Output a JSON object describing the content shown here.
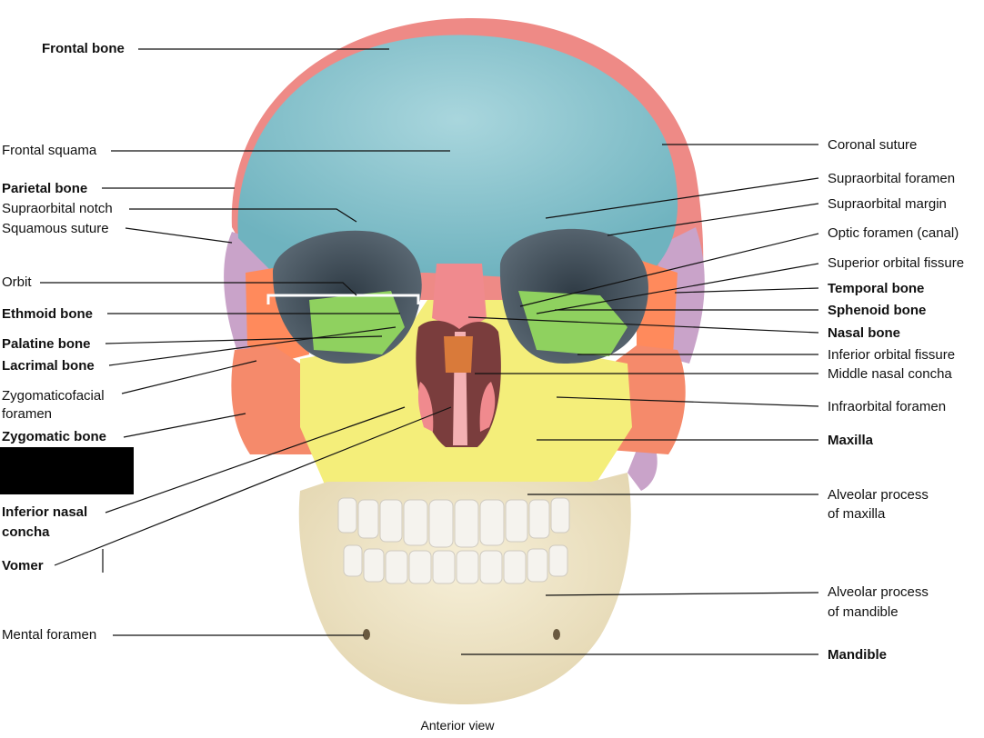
{
  "labels_left": [
    {
      "text": "Frontal bone",
      "bold": true
    },
    {
      "text": "Frontal squama",
      "bold": false
    },
    {
      "text": "Parietal bone",
      "bold": true
    },
    {
      "text": "Supraorbital notch",
      "bold": false
    },
    {
      "text": "Squamous suture",
      "bold": false
    },
    {
      "text": "Orbit",
      "bold": false
    },
    {
      "text": "Ethmoid bone",
      "bold": true
    },
    {
      "text": "Palatine bone",
      "bold": true
    },
    {
      "text": "Lacrimal bone",
      "bold": true
    },
    {
      "text": "Zygomaticofacial",
      "bold": false
    },
    {
      "text": "foramen",
      "bold": false
    },
    {
      "text": "Zygomatic bone",
      "bold": true
    },
    {
      "text": "Inferior nasal",
      "bold": true
    },
    {
      "text": "concha",
      "bold": true
    },
    {
      "text": "Vomer",
      "bold": true
    },
    {
      "text": "Mental foramen",
      "bold": false
    }
  ],
  "labels_right": [
    {
      "text": "Coronal suture",
      "bold": false
    },
    {
      "text": "Supraorbital foramen",
      "bold": false
    },
    {
      "text": "Supraorbital margin",
      "bold": false
    },
    {
      "text": "Optic foramen (canal)",
      "bold": false
    },
    {
      "text": "Superior orbital fissure",
      "bold": false
    },
    {
      "text": "Temporal bone",
      "bold": true
    },
    {
      "text": "Sphenoid bone",
      "bold": true
    },
    {
      "text": "Nasal bone",
      "bold": true
    },
    {
      "text": "Inferior orbital fissure",
      "bold": false
    },
    {
      "text": "Middle nasal concha",
      "bold": false
    },
    {
      "text": "Infraorbital foramen",
      "bold": false
    },
    {
      "text": "Maxilla",
      "bold": true
    },
    {
      "text": "Alveolar process",
      "bold": false
    },
    {
      "text": "of maxilla",
      "bold": false
    },
    {
      "text": "Alveolar process",
      "bold": false
    },
    {
      "text": "of mandible",
      "bold": false
    },
    {
      "text": "Mandible",
      "bold": true
    }
  ],
  "caption": "Anterior view",
  "colors": {
    "frontal": "#7fc1cc",
    "parietal": "#ee8a86",
    "temporal": "#c9a3c9",
    "sphenoid": "#ff8a5c",
    "zygomatic": "#f58a6b",
    "ethmoid": "#8fd15f",
    "maxilla": "#f4ee7a",
    "mandible": "#eee2bf",
    "teeth": "#f5f3ee",
    "nasal": "#f08a8e",
    "orbit": "#4a5a66",
    "leader": "#111111"
  }
}
